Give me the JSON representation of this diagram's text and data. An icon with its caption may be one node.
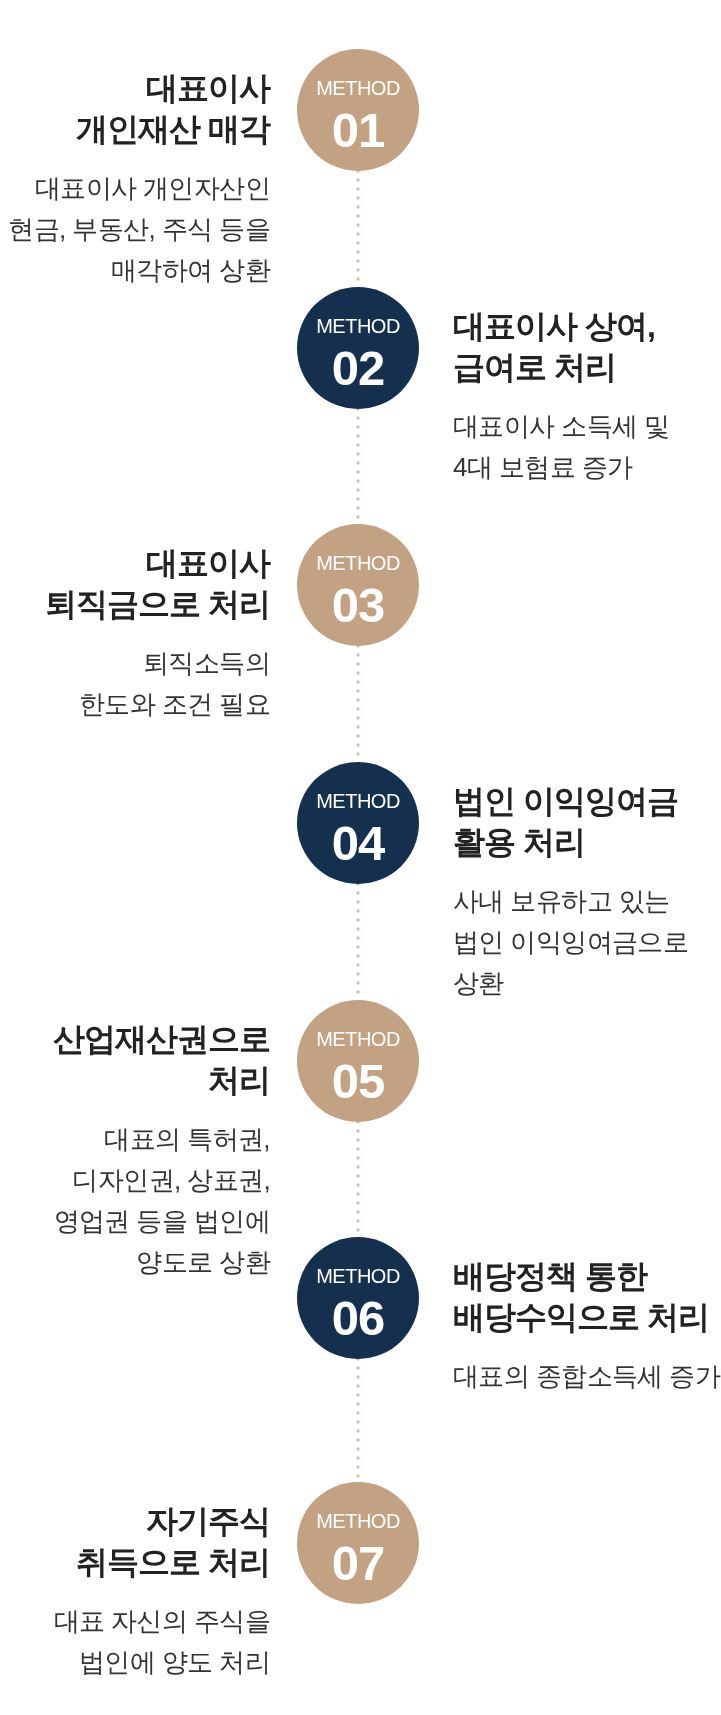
{
  "diagram": {
    "nodes": [
      {
        "text": [
          "METHOD",
          "01"
        ],
        "beside": [
          "대표이사 개인재산 매각",
          "대표이사 개인자산인 현금, 부동산, 주식 등을 매각하여 상환"
        ]
      },
      {
        "text": [
          "METHOD",
          "02"
        ],
        "beside": [
          "대표이사 상여, 급여로 처리",
          "대표이사 소득세 및 4대 보험료 증가"
        ]
      },
      {
        "text": [
          "METHOD",
          "03"
        ],
        "beside": [
          "대표이사 퇴직금으로 처리",
          "퇴직소득의 한도와 조건 필요"
        ]
      },
      {
        "text": [
          "METHOD",
          "04"
        ],
        "beside": [
          "법인 이익잉여금 활용 처리",
          "사내 보유하고 있는 법인 이익잉여금으로 상환"
        ]
      },
      {
        "text": [
          "METHOD",
          "05"
        ],
        "beside": [
          "산업재산권으로 처리",
          "대표의 특허권, 디자인권, 상표권, 영업권 등을 법인에 양도로 상환"
        ]
      },
      {
        "text": [
          "METHOD",
          "06"
        ],
        "beside": [
          "배당정책 통한 배당수익으로 처리",
          "대표의 종합소득세 증가"
        ]
      },
      {
        "text": [
          "METHOD",
          "07"
        ],
        "beside": [
          "자기주식 취득으로 처리",
          "대표 자신의 주식을 법인에 양도 처리"
        ]
      }
    ],
    "edges": [
      {
        "from": 0,
        "to": 1,
        "arrow": "none",
        "style": "dashed"
      },
      {
        "from": 1,
        "to": 2,
        "arrow": "none",
        "style": "dashed"
      },
      {
        "from": 2,
        "to": 3,
        "arrow": "none",
        "style": "dashed"
      },
      {
        "from": 3,
        "to": 4,
        "arrow": "none",
        "style": "dashed"
      },
      {
        "from": 4,
        "to": 5,
        "arrow": "none",
        "style": "dashed"
      },
      {
        "from": 5,
        "to": 6,
        "arrow": "none",
        "style": "dashed"
      }
    ]
  }
}
